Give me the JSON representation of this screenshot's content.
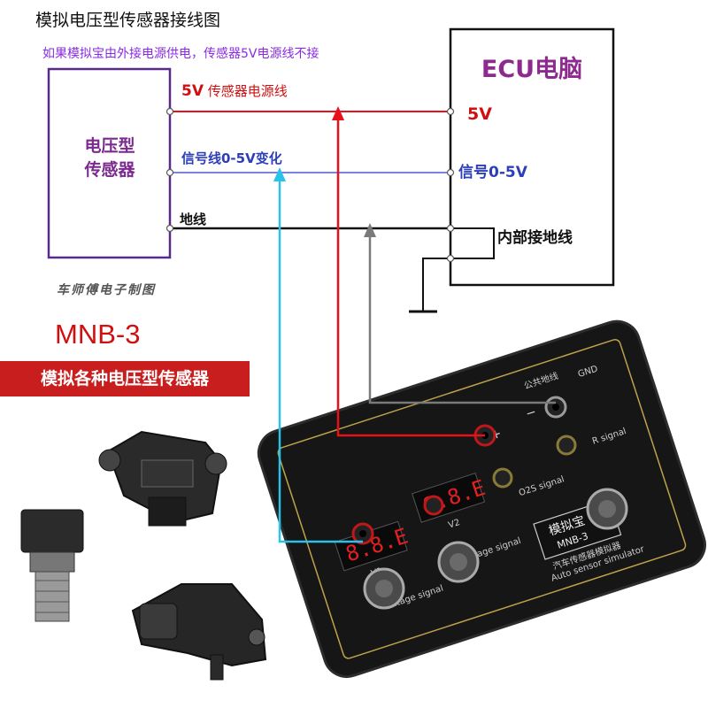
{
  "title": "模拟电压型传感器接线图",
  "note": "如果模拟宝由外接电源供电，传感器5V电源线不接",
  "sensor_box": {
    "line1": "电压型",
    "line2": "传感器"
  },
  "ecu_box": {
    "label": "ECU电脑"
  },
  "wires": {
    "power": {
      "voltage": "5V",
      "label": "传感器电源线"
    },
    "signal": {
      "label": "信号线0-5V变化"
    },
    "ground": {
      "label": "地线"
    }
  },
  "ecu_pins": {
    "power": "5V",
    "signal": "信号0-5V",
    "ground": "内部接地线"
  },
  "credit": "车师傅电子制图",
  "model": "MNB-3",
  "banner": "模拟各种电压型传感器",
  "device": {
    "brand": "模拟宝",
    "model": "MNB-3",
    "subtitle": "汽车传感器模拟器",
    "subtitle_en": "Auto sensor simulator",
    "display1": "8.8.E",
    "display2": "8.8.E",
    "display1_label": "V1",
    "display2_label": "V2",
    "gnd_label": "GND",
    "gnd_cn": "公共地线",
    "plus": "+",
    "minus": "−",
    "o2s_label": "O2S signal",
    "r_label": "R signal",
    "v1_label": "Voltage signal",
    "v2_label": "Voltage signal"
  },
  "colors": {
    "power": "#e8101a",
    "signal": "#29c2ea",
    "signal_text": "#2c3fb8",
    "ground": "#111111",
    "ground_return": "#7a7a7a",
    "accent": "#8e2a8e"
  }
}
